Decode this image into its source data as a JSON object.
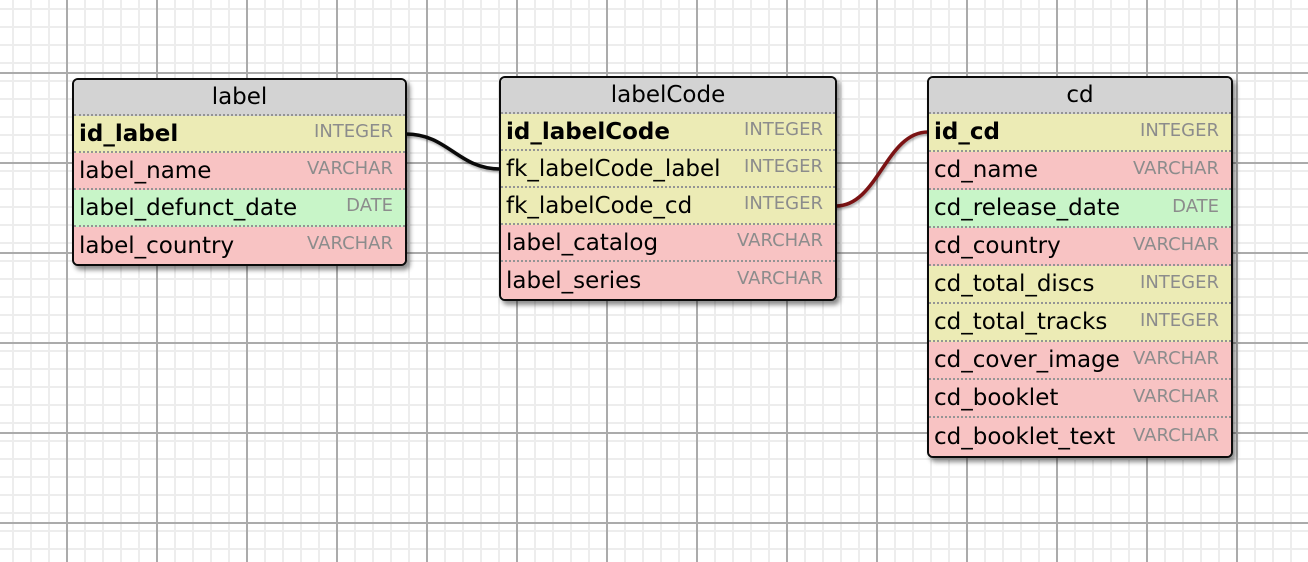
{
  "tables": [
    {
      "name": "label",
      "columns": [
        {
          "name": "id_label",
          "type": "INTEGER",
          "pk": "true"
        },
        {
          "name": "label_name",
          "type": "VARCHAR",
          "pk": "false"
        },
        {
          "name": "label_defunct_date",
          "type": "DATE",
          "pk": "false"
        },
        {
          "name": "label_country",
          "type": "VARCHAR",
          "pk": "false"
        }
      ]
    },
    {
      "name": "labelCode",
      "columns": [
        {
          "name": "id_labelCode",
          "type": "INTEGER",
          "pk": "true"
        },
        {
          "name": "fk_labelCode_label",
          "type": "INTEGER",
          "pk": "false"
        },
        {
          "name": "fk_labelCode_cd",
          "type": "INTEGER",
          "pk": "false"
        },
        {
          "name": "label_catalog",
          "type": "VARCHAR",
          "pk": "false"
        },
        {
          "name": "label_series",
          "type": "VARCHAR",
          "pk": "false"
        }
      ]
    },
    {
      "name": "cd",
      "columns": [
        {
          "name": "id_cd",
          "type": "INTEGER",
          "pk": "true"
        },
        {
          "name": "cd_name",
          "type": "VARCHAR",
          "pk": "false"
        },
        {
          "name": "cd_release_date",
          "type": "DATE",
          "pk": "false"
        },
        {
          "name": "cd_country",
          "type": "VARCHAR",
          "pk": "false"
        },
        {
          "name": "cd_total_discs",
          "type": "INTEGER",
          "pk": "false"
        },
        {
          "name": "cd_total_tracks",
          "type": "INTEGER",
          "pk": "false"
        },
        {
          "name": "cd_cover_image",
          "type": "VARCHAR",
          "pk": "false"
        },
        {
          "name": "cd_booklet",
          "type": "VARCHAR",
          "pk": "false"
        },
        {
          "name": "cd_booklet_text",
          "type": "VARCHAR",
          "pk": "false"
        }
      ]
    }
  ],
  "relations": [
    {
      "from": "label.id_label",
      "to": "labelCode.fk_labelCode_label",
      "color": "#0A0A0A"
    },
    {
      "from": "labelCode.fk_labelCode_cd",
      "to": "cd.id_cd",
      "color": "#7B1314"
    }
  ],
  "colors": {
    "header_bg": "#D3D3D3",
    "integer_row_bg": "#ECEBB5",
    "varchar_row_bg": "#F8C3C3",
    "date_row_bg": "#C8F5C8",
    "type_text": "#8C8C8C",
    "grid_fine": "#EDEDED",
    "grid_major": "#ABABAB"
  }
}
